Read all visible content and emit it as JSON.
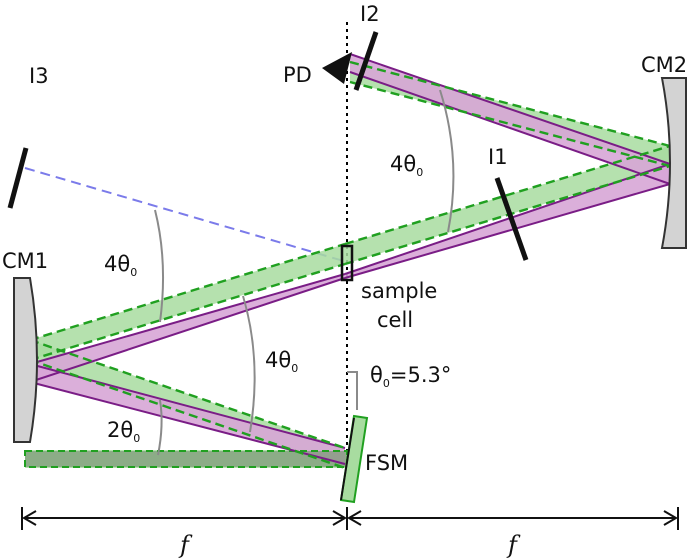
{
  "labels": {
    "pd": "PD",
    "i2": "I2",
    "cm2": "CM2",
    "i3": "I3",
    "i1": "I1",
    "cm1": "CM1",
    "sample_line1": "sample",
    "sample_line2": "cell",
    "fsm": "FSM",
    "focal_left": "f",
    "focal_right": "f"
  },
  "angles": {
    "theta_symbol": "θ",
    "theta_sub": "0",
    "angle_top_right_multiplier": "4",
    "angle_upper_left_multiplier": "4",
    "angle_middle_multiplier": "4",
    "angle_bottom_left_multiplier": "2",
    "theta_value": "=5.3°"
  },
  "colors": {
    "purple_beam": "#7a1d86",
    "purple_fill": "#d7a6d6",
    "green_beam": "#20a020",
    "green_fill": "#a8dca0",
    "mirror_fill": "#d3d3d3",
    "i3_line": "#7b7bea",
    "angle_arc": "#8a8a8a"
  }
}
